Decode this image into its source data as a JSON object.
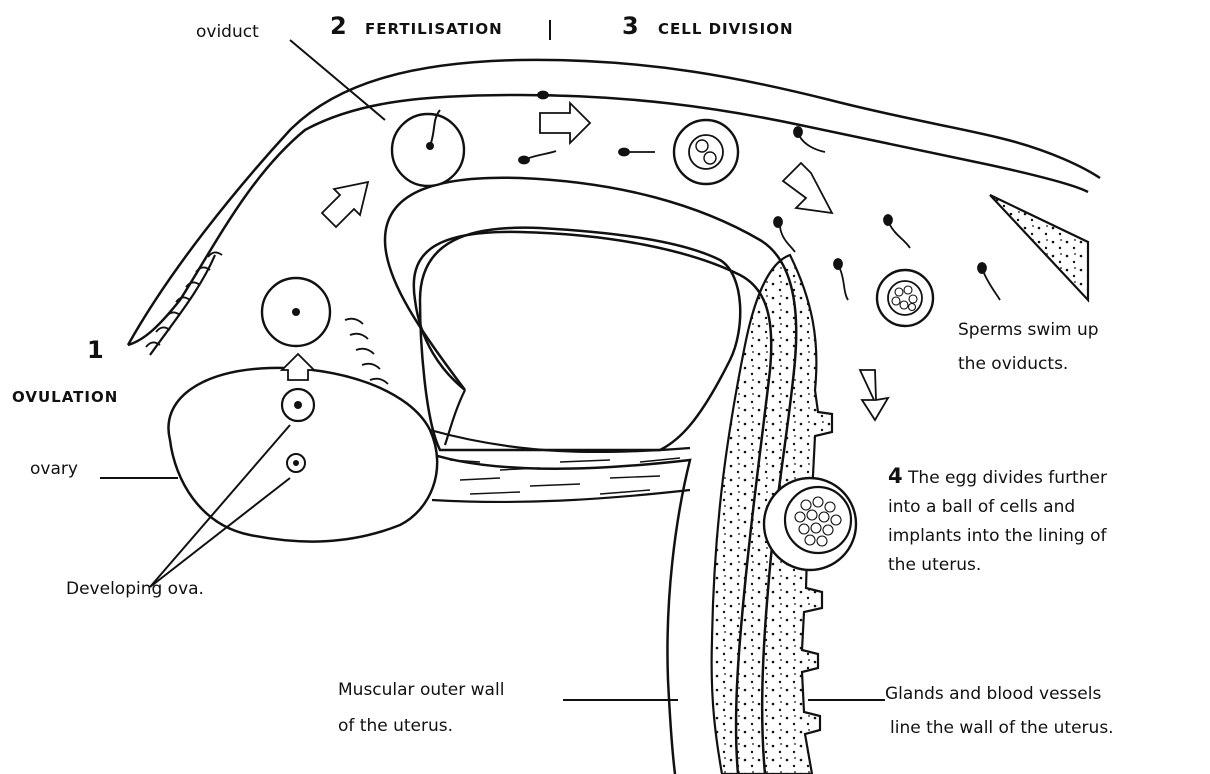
{
  "labels": {
    "oviduct": "oviduct",
    "ovary": "ovary",
    "developing_ova": "Developing ova.",
    "sperms_line1": "Sperms swim up",
    "sperms_line2": "the oviducts.",
    "muscular_line1": "Muscular outer wall",
    "muscular_line2": "of the uterus.",
    "glands_line1": "Glands and blood vessels",
    "glands_line2": "line the wall of the uterus."
  },
  "steps": {
    "s1_num": "1",
    "s1_text": "OVULATION",
    "s2_num": "2",
    "s2_text": "FERTILISATION",
    "s3_num": "3",
    "s3_text": "CELL DIVISION",
    "s4_num": "4",
    "s4_line1": "The egg divides further",
    "s4_line2": "into a ball of cells and",
    "s4_line3": "implants into the lining of",
    "s4_line4": "the uterus."
  }
}
